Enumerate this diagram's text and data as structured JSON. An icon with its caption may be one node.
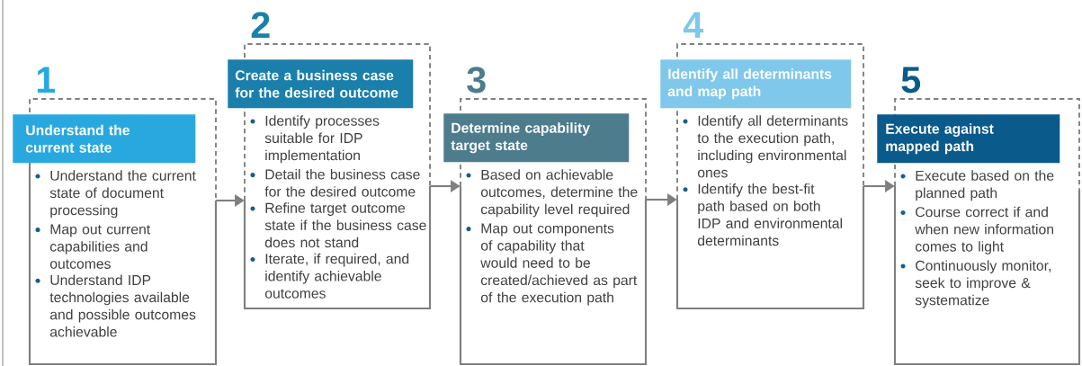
{
  "diagram": {
    "nodes": [
      {
        "text": [
          "1",
          "Understand the current state",
          "Understand the current state of document processing",
          "Map out current capabilities and outcomes",
          "Understand IDP technologies available and possible outcomes achievable"
        ]
      },
      {
        "text": [
          "2",
          "Create a business case for the desired outcome",
          "Identify processes suitable for IDP implementation",
          "Detail the business case for the desired outcome",
          "Refine target outcome state if the business case does not stand",
          "Iterate, if required, and identify achievable outcomes"
        ]
      },
      {
        "text": [
          "3",
          "Determine capability target state",
          "Based on achievable outcomes, determine the capability level required",
          "Map out components of capability that would need to be created/achieved as part of the execution path"
        ]
      },
      {
        "text": [
          "4",
          "Identify all determinants and map path",
          "Identify all determinants to the execution path, including environmental ones",
          "Identify the best-fit path based on both IDP and environmental determinants"
        ]
      },
      {
        "text": [
          "5",
          "Execute against mapped path",
          "Execute based on the planned path",
          "Course correct if and when new information comes to light",
          "Continuously monitor, seek to improve & systematize"
        ]
      }
    ],
    "edges": [
      {
        "from": 0,
        "to": 1,
        "arrow": "to"
      },
      {
        "from": 1,
        "to": 2,
        "arrow": "to"
      },
      {
        "from": 2,
        "to": 3,
        "arrow": "to"
      },
      {
        "from": 3,
        "to": 4,
        "arrow": "to"
      }
    ]
  }
}
